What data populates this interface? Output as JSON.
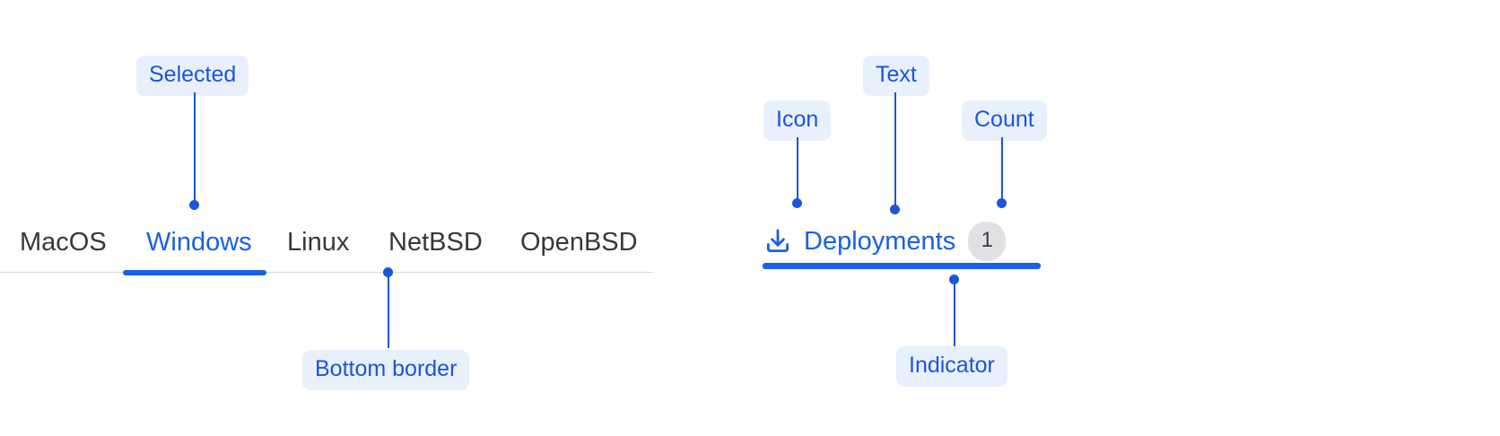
{
  "colors": {
    "accent": "#1760E8",
    "annotation_text": "#1A56DB",
    "annotation_chip_bg": "#E9F0FD",
    "tab_text": "#36383D",
    "divider": "#D9D9DE",
    "badge_bg": "#E0E1E3",
    "badge_text": "#3A3C41",
    "page_bg": "#FFFFFF"
  },
  "tabbar": {
    "tabs": [
      {
        "label": "MacOS",
        "selected": false
      },
      {
        "label": "Windows",
        "selected": true
      },
      {
        "label": "Linux",
        "selected": false
      },
      {
        "label": "NetBSD",
        "selected": false
      },
      {
        "label": "OpenBSD",
        "selected": false
      }
    ]
  },
  "anatomy_tab": {
    "icon": "download-tray-icon",
    "label": "Deployments",
    "count": "1",
    "selected": true
  },
  "annotations": [
    {
      "id": "selected",
      "label": "Selected",
      "target": "selected-tab-label"
    },
    {
      "id": "bottom-border",
      "label": "Bottom border",
      "target": "tabbar-divider"
    },
    {
      "id": "icon",
      "label": "Icon",
      "target": "tab-icon"
    },
    {
      "id": "text",
      "label": "Text",
      "target": "tab-label"
    },
    {
      "id": "count",
      "label": "Count",
      "target": "tab-count-badge"
    },
    {
      "id": "indicator",
      "label": "Indicator",
      "target": "tab-indicator"
    }
  ]
}
